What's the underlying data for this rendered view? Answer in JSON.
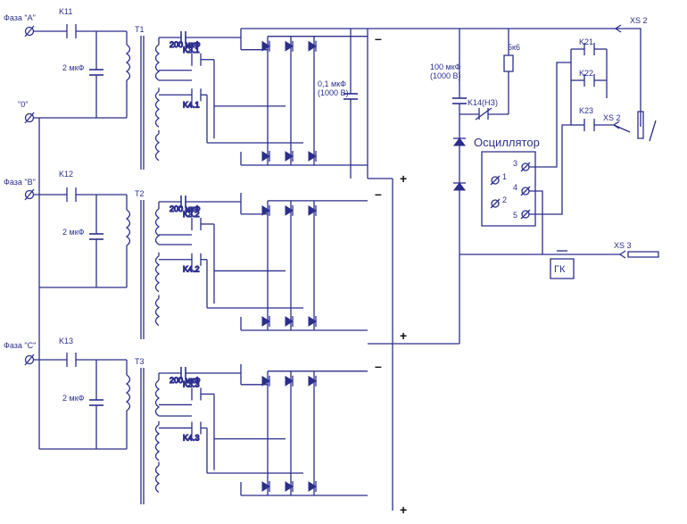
{
  "inputs": {
    "phase_a": "Фаза \"А\"",
    "zero": "\"0\"",
    "phase_b": "Фаза \"В\"",
    "phase_c": "Фаза \"С\""
  },
  "contactors": {
    "k11": "K11",
    "k12": "K12",
    "k13": "K13",
    "k31": "K3.1",
    "k32": "K3.2",
    "k33": "K3.3",
    "k41": "K4.1",
    "k42": "K4.2",
    "k43": "K4.3",
    "k14": "K14(НЗ)",
    "k21": "K21",
    "k22": "K22",
    "k23": "K23"
  },
  "transformers": {
    "t1": "T1",
    "t2": "T2",
    "t3": "T3"
  },
  "capacitors": {
    "input_cap": "2 мкФ",
    "series_cap": "200 мкФ",
    "filter_cap_line1": "0,1 мкФ",
    "filter_cap_line2": "(1000 В)",
    "osc_cap_line1": "100 мкФ",
    "osc_cap_line2": "(1000 В)"
  },
  "resistor": "5к6",
  "polarity": {
    "minus": "–",
    "plus": "+"
  },
  "oscillator": {
    "title": "Осциллятор",
    "pins": [
      "1",
      "2",
      "3",
      "4",
      "5"
    ]
  },
  "connectors": {
    "xs2": "XS 2",
    "xs3": "XS 3"
  },
  "gk": "ГК"
}
